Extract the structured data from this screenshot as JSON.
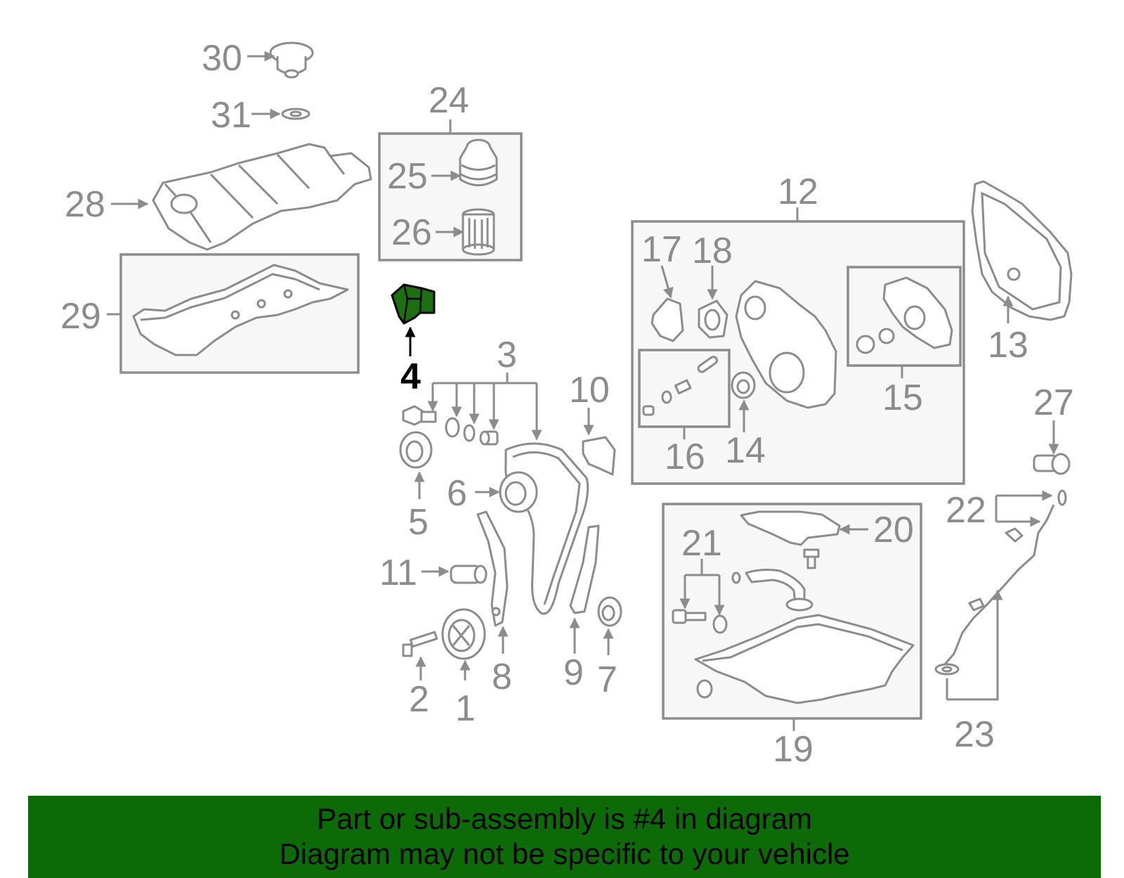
{
  "colors": {
    "line": "#8c8c8c",
    "highlight_part": "#1d6f12",
    "banner": "#0d6b07",
    "box_fill": "#f7f7f7"
  },
  "callouts": {
    "c1": "1",
    "c2": "2",
    "c3": "3",
    "c4": "4",
    "c5": "5",
    "c6": "6",
    "c7": "7",
    "c8": "8",
    "c9": "9",
    "c10": "10",
    "c11": "11",
    "c12": "12",
    "c13": "13",
    "c14": "14",
    "c15": "15",
    "c16": "16",
    "c17": "17",
    "c18": "18",
    "c19": "19",
    "c20": "20",
    "c21": "21",
    "c22": "22",
    "c23": "23",
    "c24": "24",
    "c25": "25",
    "c26": "26",
    "c27": "27",
    "c28": "28",
    "c29": "29",
    "c30": "30",
    "c31": "31"
  },
  "highlighted_part": "4",
  "banner": {
    "line1": "Part or sub-assembly is #4 in diagram",
    "line2": "Diagram may not be specific to your vehicle"
  }
}
